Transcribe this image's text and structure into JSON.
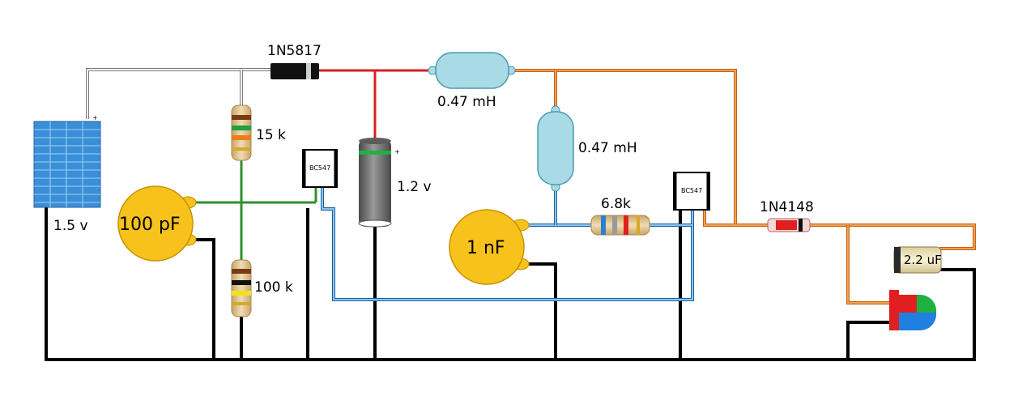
{
  "components": {
    "solar_cell": {
      "label": "1.5 v",
      "plus": "+"
    },
    "schottky_diode": {
      "label": "1N5817"
    },
    "resistor_15k": {
      "label": "15 k"
    },
    "resistor_100k": {
      "label": "100 k"
    },
    "cap_100pf": {
      "label": "100 pF"
    },
    "transistor_1": {
      "label": "BC547"
    },
    "battery": {
      "label": "1.2 v",
      "plus": "+"
    },
    "inductor_1": {
      "label": "0.47 mH"
    },
    "inductor_2": {
      "label": "0.47 mH"
    },
    "cap_1nf": {
      "label": "1 nF"
    },
    "resistor_6_8k": {
      "label": "6.8k"
    },
    "transistor_2": {
      "label": "BC547"
    },
    "signal_diode": {
      "label": "1N4148"
    },
    "cap_2_2uf": {
      "label": "2.2 uF"
    },
    "rgb_led": {
      "label": ""
    }
  },
  "colors": {
    "ground": "#000000",
    "solar_wire": "#888888",
    "red_wire": "#d42020",
    "orange_wire": "#e07b20",
    "green_wire": "#2f8f2f",
    "blue_wire": "#2a7fd0",
    "inductor": "#a8dbe6",
    "ceramic_cap": "#f7c21b",
    "solar_panel": "#3a8fd8",
    "battery_body": "#6e6e6e",
    "led_red": "#e02020",
    "led_green": "#20b040",
    "led_blue": "#2080e0"
  }
}
